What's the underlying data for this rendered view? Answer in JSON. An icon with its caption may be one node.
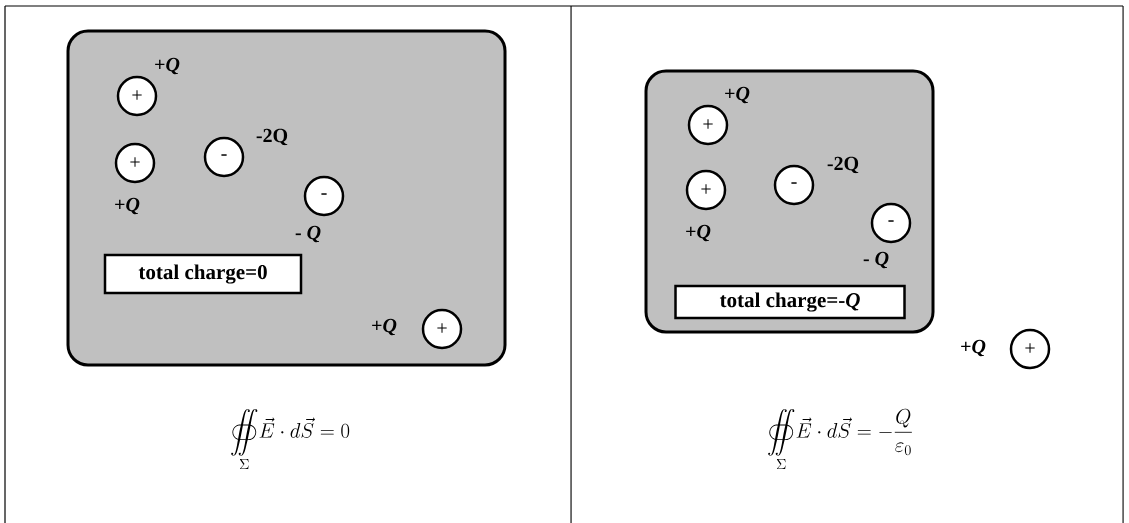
{
  "diagram": {
    "nodes": [
      {
        "text": [],
        "shape": "box"
      },
      {
        "text": [
          "+"
        ],
        "in": 0,
        "beside": [
          "+*Q*"
        ]
      },
      {
        "text": [
          "+"
        ],
        "in": 0,
        "beside": [
          "+*Q*"
        ]
      },
      {
        "text": [
          "-"
        ],
        "in": 0,
        "beside": [
          "-2Q"
        ]
      },
      {
        "text": [
          "-"
        ],
        "in": 0,
        "beside": [
          "- *Q*"
        ]
      },
      {
        "text": [
          "total charge=0"
        ],
        "in": 0
      },
      {
        "text": [
          "+"
        ],
        "in": 0,
        "beside": [
          "+*Q*"
        ]
      },
      {
        "text": [],
        "shape": "box"
      },
      {
        "text": [
          "+"
        ],
        "in": 7,
        "beside": [
          "+*Q*"
        ]
      },
      {
        "text": [
          "+"
        ],
        "in": 7,
        "beside": [
          "+*Q*"
        ]
      },
      {
        "text": [
          "-"
        ],
        "in": 7,
        "beside": [
          "-2Q"
        ]
      },
      {
        "text": [
          "-"
        ],
        "in": 7,
        "beside": [
          "- *Q*"
        ]
      },
      {
        "text": [
          "total charge=-*Q*"
        ],
        "in": 7
      },
      {
        "text": [
          "+"
        ],
        "beside": [
          "+*Q*"
        ]
      }
    ],
    "labels": [
      "\\underset{\\Sigma}{\\oiint}\\vec{E}\\cdot d\\vec{S}=0",
      "\\underset{\\Sigma}{\\oiint}\\vec{E}\\cdot d\\vec{S}=-\\frac{Q}{\\varepsilon_0}"
    ]
  }
}
